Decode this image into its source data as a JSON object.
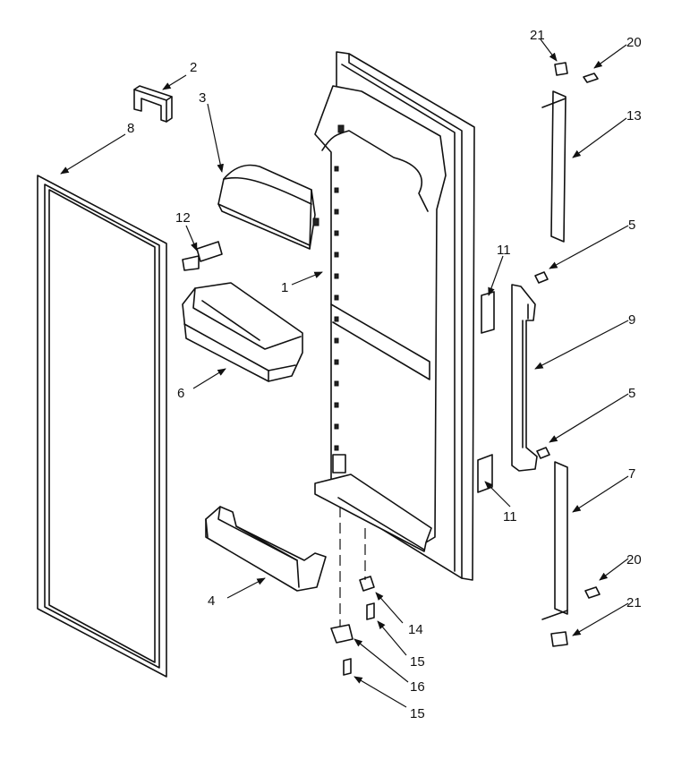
{
  "callouts": {
    "c1": "1",
    "c2": "2",
    "c3": "3",
    "c4": "4",
    "c5a": "5",
    "c5b": "5",
    "c6": "6",
    "c7": "7",
    "c8": "8",
    "c9": "9",
    "c11a": "11",
    "c11b": "11",
    "c12": "12",
    "c13": "13",
    "c14": "14",
    "c15a": "15",
    "c15b": "15",
    "c16": "16",
    "c20a": "20",
    "c20b": "20",
    "c21a": "21",
    "c21b": "21"
  }
}
